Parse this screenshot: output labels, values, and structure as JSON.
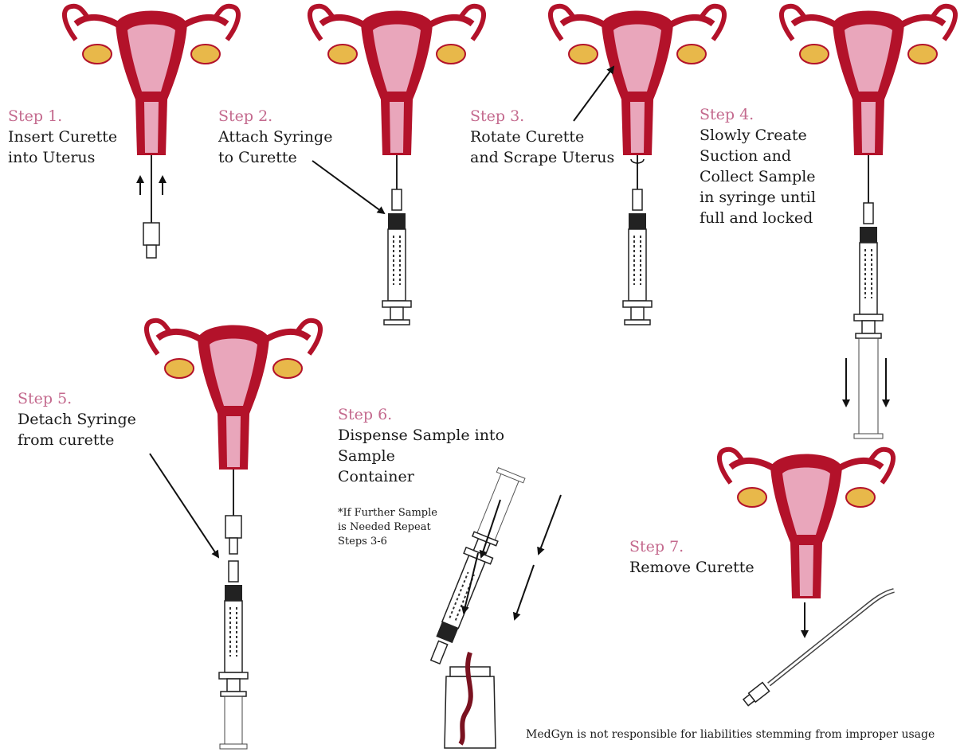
{
  "steps": [
    {
      "number": "Step 1.",
      "text": "Insert Curette\ninto Uterus"
    },
    {
      "number": "Step 2.",
      "text": "Attach Syringe\nto Curette"
    },
    {
      "number": "Step 3.",
      "text": "Rotate Curette\nand Scrape Uterus"
    },
    {
      "number": "Step 4.",
      "text": "Slowly Create\nSuction and\nCollect Sample\nin syringe until\nfull and locked"
    },
    {
      "number": "Step 5.",
      "text": "Detach Syringe\nfrom curette"
    },
    {
      "number": "Step 6.",
      "text": "Dispense Sample into\nSample\nContainer"
    },
    {
      "number": "Step 7.",
      "text": "Remove Curette"
    }
  ],
  "note": "*If Further Sample\nis Needed Repeat\nSteps 3-6",
  "disclaimer": "MedGyn is not responsible for liabilities stemming from improper usage",
  "colors": {
    "step_label": "#c46a8e",
    "uterus": "#b3122a",
    "uterus_inner": "#e9a6bb",
    "ovary": "#e8b84a"
  }
}
